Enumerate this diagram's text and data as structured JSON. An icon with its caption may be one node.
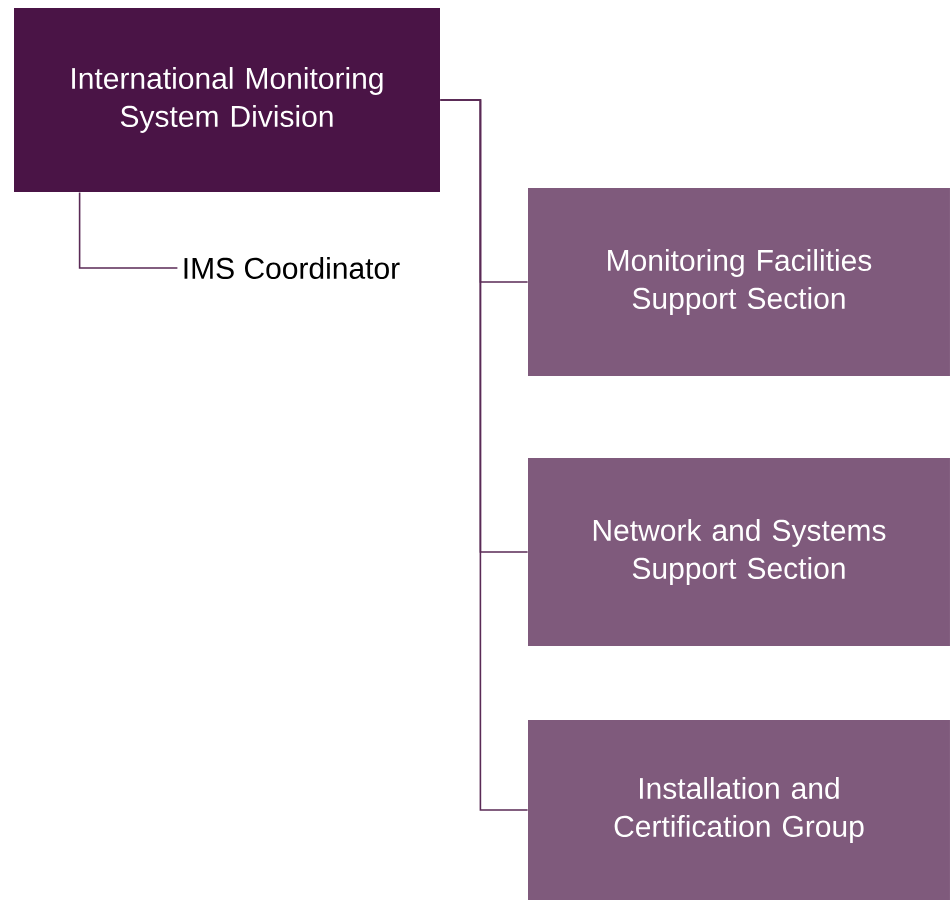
{
  "diagram": {
    "nodes": [
      {
        "text": [
          "International Monitoring System Division"
        ]
      },
      {
        "text": [
          "IMS Coordinator"
        ]
      },
      {
        "text": [
          "Monitoring Facilities Support Section"
        ]
      },
      {
        "text": [
          "Network and Systems Support Section"
        ]
      },
      {
        "text": [
          "Installation and Certification Group"
        ]
      }
    ],
    "edges": [
      {
        "from": 0,
        "to": 1,
        "arrow": "none"
      },
      {
        "from": 0,
        "to": 2,
        "arrow": "none"
      },
      {
        "from": 0,
        "to": 3,
        "arrow": "none"
      },
      {
        "from": 0,
        "to": 4,
        "arrow": "none"
      }
    ]
  }
}
